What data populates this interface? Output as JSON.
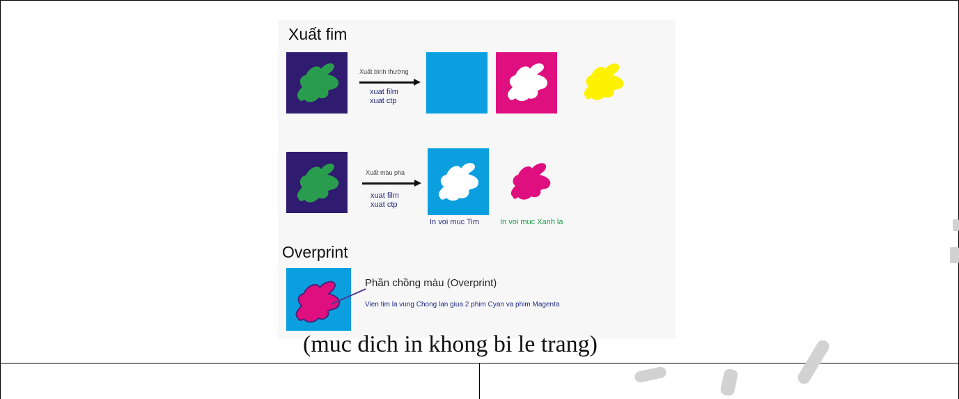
{
  "document": {
    "figure": {
      "section_1_title": "Xuất fim",
      "flow_1": {
        "arrow_label": "Xuất bình thường",
        "outputs": [
          "xuat film",
          "xuat ctp"
        ]
      },
      "flow_2": {
        "arrow_label": "Xuất màu pha",
        "outputs": [
          "xuat film",
          "xuat ctp"
        ],
        "caption_left": "In voi muc Tim",
        "caption_right": "In voi muc Xanh la"
      },
      "section_2_title": "Overprint",
      "overprint": {
        "label": "Phần chồng màu (Overprint)",
        "note": "Vien tim la vung Chong lan giua 2 phim Cyan va phim Magenta"
      },
      "caption": "(muc dich in khong bi le trang)"
    },
    "colors": {
      "dark_purple": "#2f1b6f",
      "green": "#2a9c4d",
      "cyan": "#0b9fe0",
      "magenta": "#e00f80",
      "yellow": "#fff200",
      "watermark_gray": "#d2d2d2",
      "border": "#000000"
    }
  }
}
